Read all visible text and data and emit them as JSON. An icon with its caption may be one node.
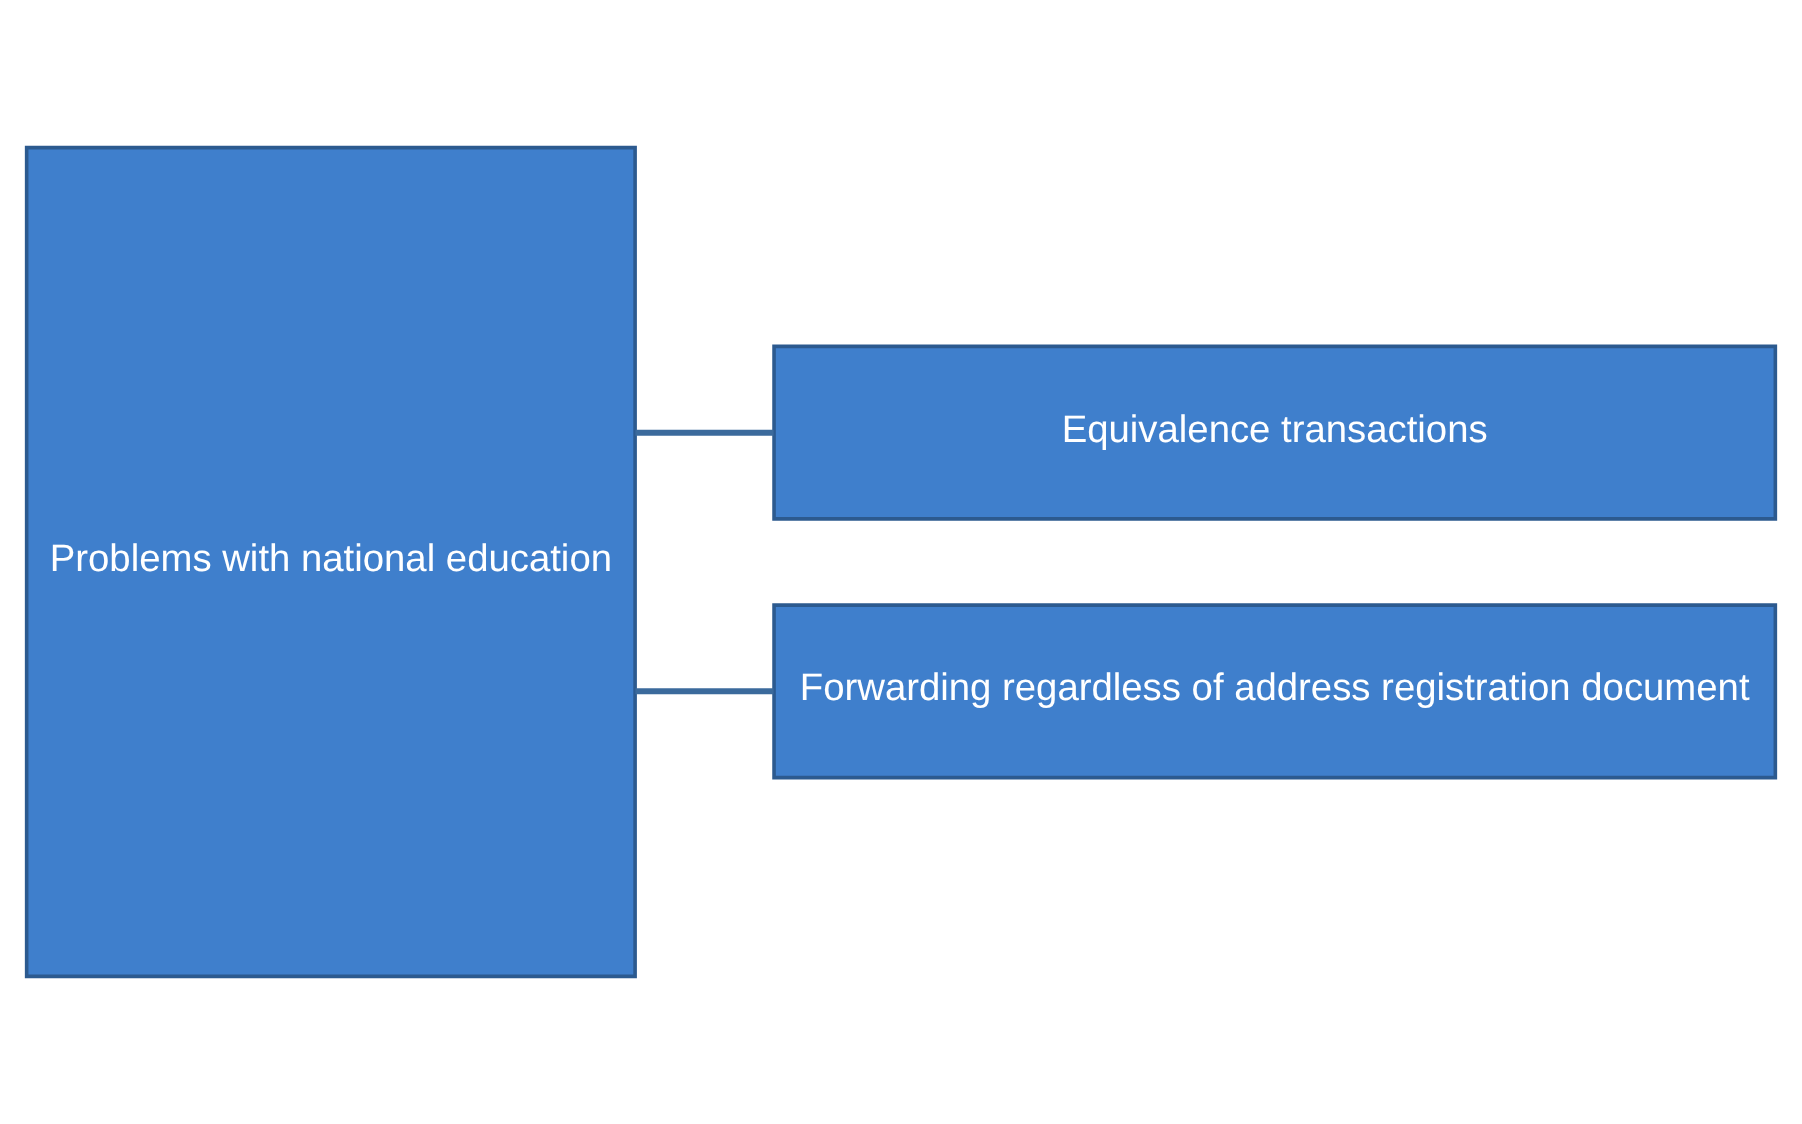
{
  "diagram": {
    "nodes": [
      {
        "text": [
          "Problems with national education"
        ]
      },
      {
        "text": [
          "Equivalence transactions"
        ]
      },
      {
        "text": [
          "Forwarding regardless of address registration document"
        ]
      }
    ],
    "edges": [
      {
        "from": 0,
        "to": 1,
        "arrow": "none"
      },
      {
        "from": 0,
        "to": 2,
        "arrow": "none"
      }
    ]
  }
}
